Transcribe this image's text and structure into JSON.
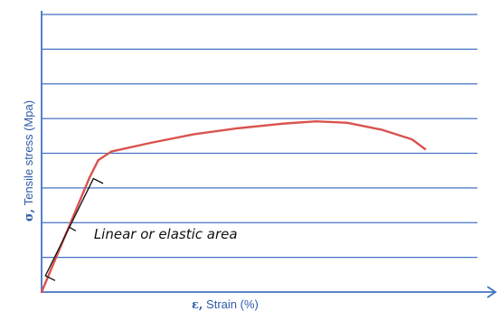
{
  "chart_data": {
    "type": "line",
    "title": "",
    "xlabel": "",
    "ylabel": "",
    "x_axis_title": {
      "symbol": "ε,",
      "text": " Strain (%)"
    },
    "y_axis_title": {
      "symbol": "σ,",
      "text": " Tensile stress (Mpa)"
    },
    "xlim": [
      0,
      100
    ],
    "ylim": [
      0,
      8
    ],
    "grid": true,
    "gridlines_y": [
      1,
      2,
      3,
      4,
      5,
      6,
      7,
      8
    ],
    "series": [
      {
        "color": "#d9534f",
        "points": [
          [
            0,
            0
          ],
          [
            11,
            3.3
          ],
          [
            13,
            3.8
          ],
          [
            16,
            4.05
          ],
          [
            25,
            4.3
          ],
          [
            35,
            4.55
          ],
          [
            45,
            4.72
          ],
          [
            55,
            4.85
          ],
          [
            63,
            4.92
          ],
          [
            70,
            4.88
          ],
          [
            78,
            4.68
          ],
          [
            85,
            4.4
          ],
          [
            88,
            4.12
          ]
        ]
      }
    ],
    "annotation": {
      "text": "Linear or elastic area",
      "bracket_from": [
        2,
        0.4
      ],
      "bracket_to": [
        13,
        3.2
      ],
      "label_at": [
        12,
        1.7
      ]
    }
  },
  "colors": {
    "axis": "#4472c4",
    "grid": "#4472c4",
    "curve": "#d9534f",
    "label": "#2e5aa8"
  }
}
